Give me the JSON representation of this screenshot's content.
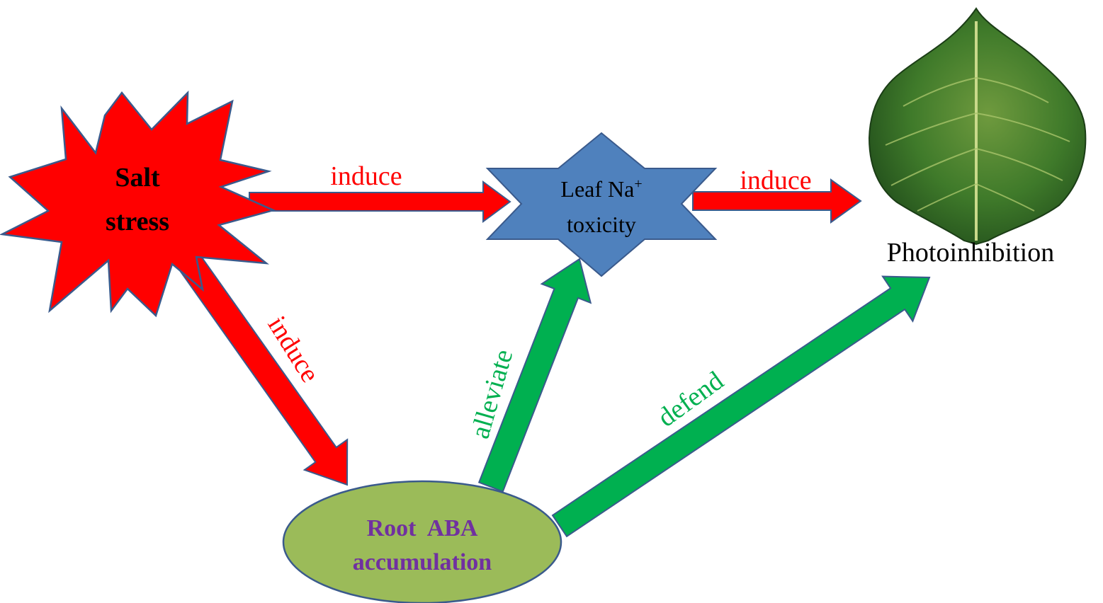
{
  "nodes": {
    "salt_stress": {
      "line1": "Salt",
      "line2": "stress"
    },
    "leaf_na": {
      "line1": "Leaf Na",
      "superscript": "+",
      "line2": "toxicity"
    },
    "photoinhibition": {
      "label": "Photoinhibition"
    },
    "root_aba": {
      "line1": "Root  ABA",
      "line2": "accumulation"
    }
  },
  "edges": {
    "salt_to_leaf": "induce",
    "leaf_to_photo": "induce",
    "salt_to_root": "induce",
    "root_to_leaf": "alleviate",
    "root_to_photo": "defend"
  },
  "colors": {
    "induce": "#ff0000",
    "relieve": "#00b050",
    "outline": "#3a5a8c",
    "star": "#ff0000",
    "hexagram": "#4f81bd",
    "ellipse": "#9bbb59",
    "aba_text": "#7030a0",
    "leaf_dark": "#1f4a1a",
    "leaf_mid": "#3f7a2a"
  },
  "icons": {
    "leaf": "leaf-icon"
  }
}
